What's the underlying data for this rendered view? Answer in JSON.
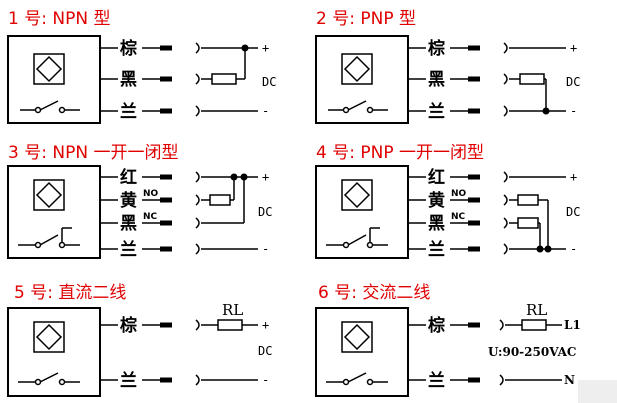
{
  "diagrams": [
    {
      "title": "1 号: NPN 型",
      "wires": [
        "棕",
        "黑",
        "兰"
      ],
      "signs": [
        "+",
        "DC",
        "-"
      ]
    },
    {
      "title": "2 号: PNP 型",
      "wires": [
        "棕",
        "黑",
        "兰"
      ],
      "signs": [
        "+",
        "DC",
        "-"
      ]
    },
    {
      "title": "3 号: NPN 一开一闭型",
      "wires": [
        "红",
        "黄",
        "黑",
        "兰"
      ],
      "tags": [
        "NO",
        "NC"
      ],
      "signs": [
        "+",
        "DC",
        "-"
      ]
    },
    {
      "title": "4 号: PNP 一开一闭型",
      "wires": [
        "红",
        "黄",
        "黑",
        "兰"
      ],
      "tags": [
        "NO",
        "NC"
      ],
      "signs": [
        "+",
        "DC",
        "-"
      ]
    },
    {
      "title": "5 号: 直流二线",
      "wires": [
        "棕",
        "兰"
      ],
      "load": "RL",
      "signs": [
        "+",
        "DC",
        "-"
      ]
    },
    {
      "title": "6 号: 交流二线",
      "wires": [
        "棕",
        "兰"
      ],
      "load": "RL",
      "terminals": [
        "L1",
        "N"
      ],
      "voltage": "U:90-250VAC"
    }
  ],
  "colors": {
    "title": "#e00000",
    "line": "#000000"
  }
}
